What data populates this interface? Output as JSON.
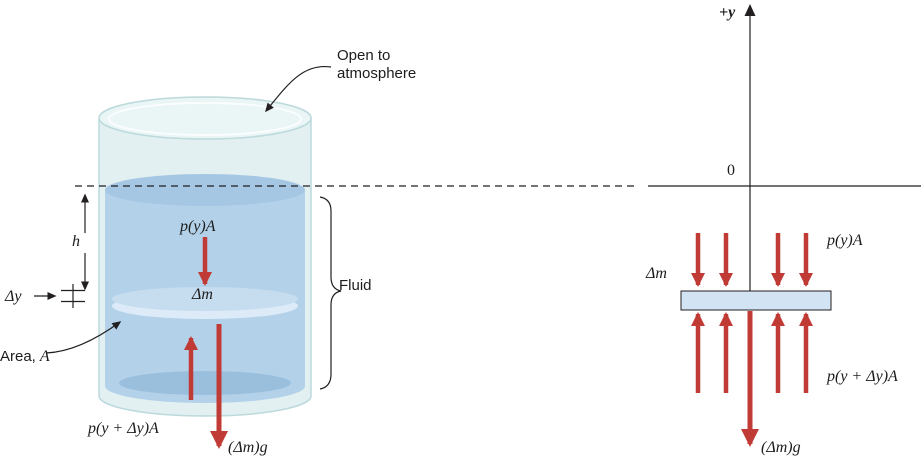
{
  "diagram": {
    "labels": {
      "open_line1": "Open to",
      "open_line2": "atmosphere",
      "plus_y": "+y",
      "zero": "0",
      "p_y_A": "p(y)A",
      "delta_m": "Δm",
      "fluid": "Fluid",
      "h": "h",
      "delta_y": "Δy",
      "area_word": "Area,",
      "area_symbol": "A",
      "p_y_dy_A": "p(y + Δy)A",
      "dm_g": "(Δm)g"
    },
    "colors": {
      "arrow_red": "#c13b36",
      "line": "#231f20",
      "glass": "#e2f0f2",
      "glass_top": "#eaf5f6",
      "glass_edge": "#bcd9dc",
      "fluid_body": "#b3d2ea",
      "fluid_surface": "#a5c7e4",
      "fluid_deep": "#9abfdd",
      "disk_front": "#dcebf7",
      "disk_top": "#c6dcef",
      "element_fill": "#d2e3f3"
    }
  }
}
